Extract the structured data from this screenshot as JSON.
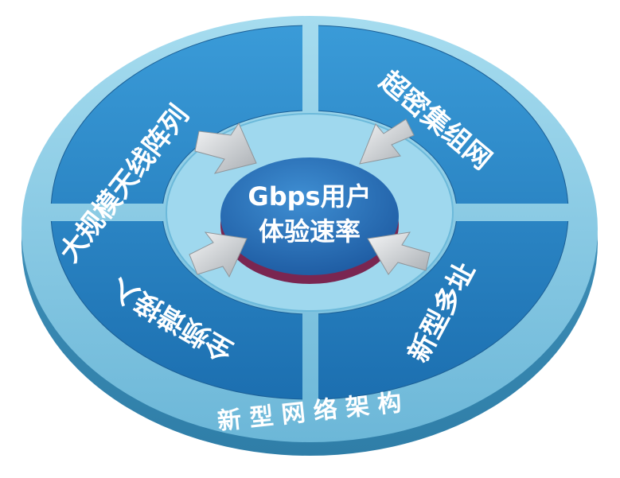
{
  "center": {
    "line1": "Gbps用户",
    "line2": "体验速率"
  },
  "quadrants": [
    {
      "id": "top-left",
      "label": "大规模天线阵列"
    },
    {
      "id": "top-right",
      "label": "超密集组网"
    },
    {
      "id": "bottom-right",
      "label": "新型多址"
    },
    {
      "id": "bottom-left",
      "label": "全频谱接入"
    }
  ],
  "outer_ring": {
    "label": "新 型 网 络 架 构"
  },
  "colors": {
    "quadrant_fill": "#2a86c7",
    "inner_ring_fill": "#8fd0ea",
    "outer_ring_fill": "#7fc6e2",
    "center_fill": "#2e6fb8",
    "center_rim": "#8a2d5a",
    "arrow_fill": "#d8dcdf"
  }
}
